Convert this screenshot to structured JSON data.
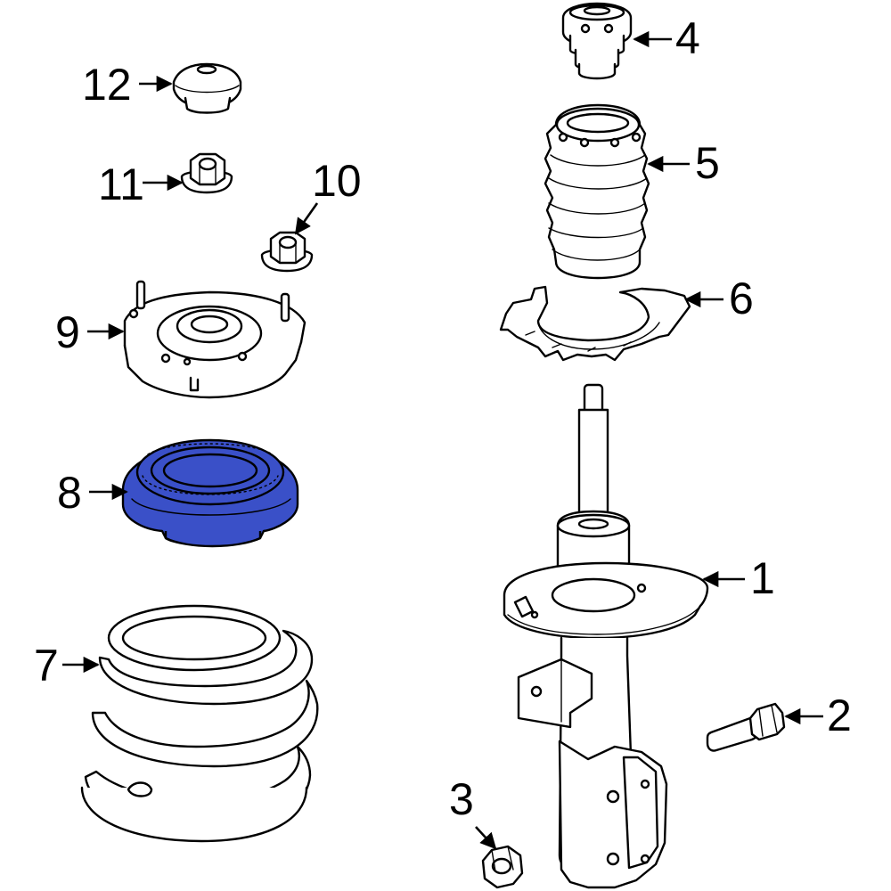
{
  "highlight_color": "#3a50c8",
  "callouts": [
    {
      "id": "1",
      "label": "1"
    },
    {
      "id": "2",
      "label": "2"
    },
    {
      "id": "3",
      "label": "3"
    },
    {
      "id": "4",
      "label": "4"
    },
    {
      "id": "5",
      "label": "5"
    },
    {
      "id": "6",
      "label": "6"
    },
    {
      "id": "7",
      "label": "7"
    },
    {
      "id": "8",
      "label": "8"
    },
    {
      "id": "9",
      "label": "9"
    },
    {
      "id": "10",
      "label": "10"
    },
    {
      "id": "11",
      "label": "11"
    },
    {
      "id": "12",
      "label": "12"
    }
  ],
  "highlighted_part": "8"
}
